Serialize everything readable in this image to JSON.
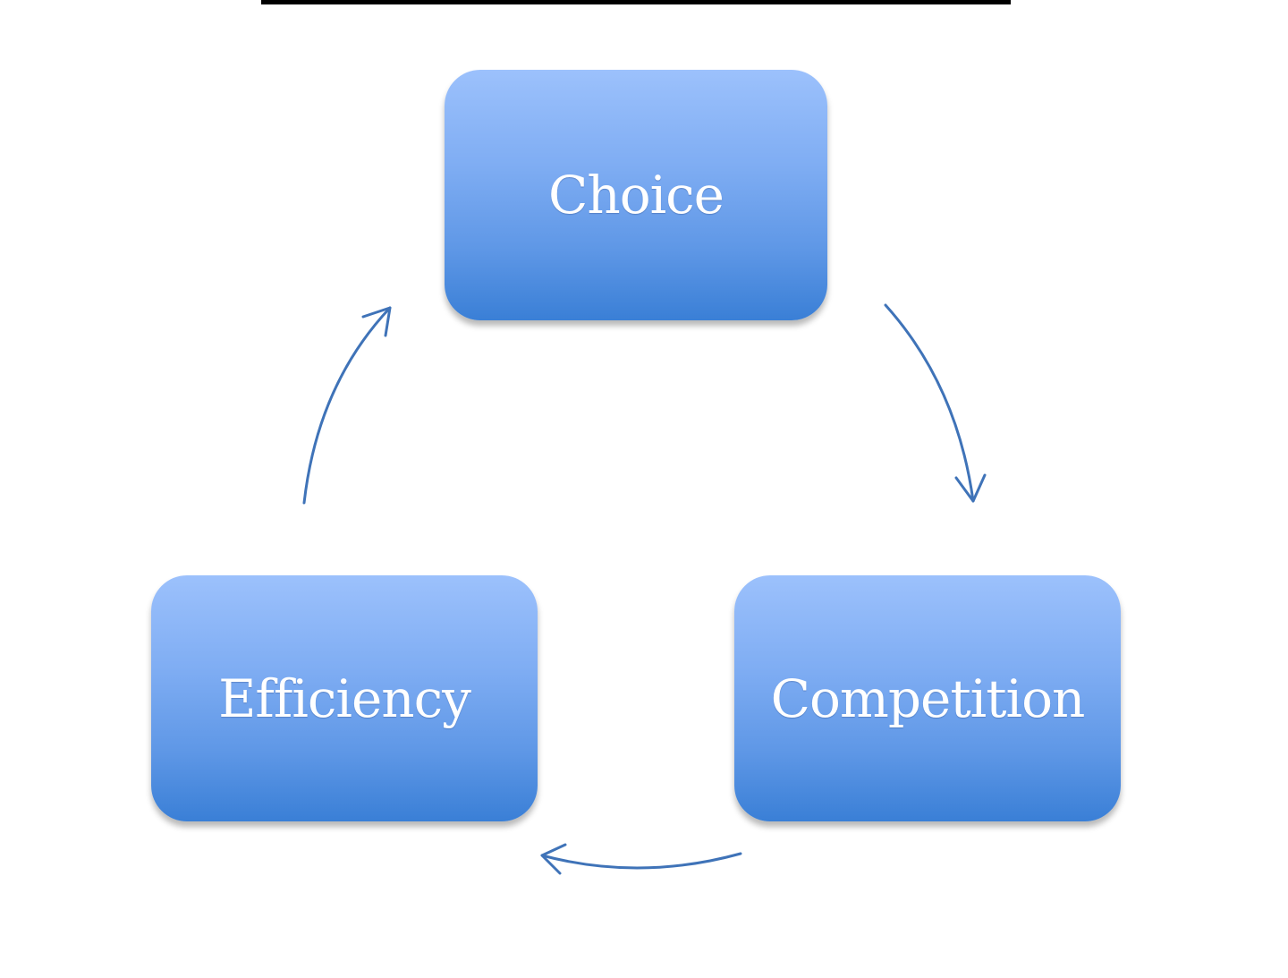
{
  "diagram": {
    "nodes": [
      {
        "id": "choice",
        "label": "Choice"
      },
      {
        "id": "competition",
        "label": "Competition"
      },
      {
        "id": "efficiency",
        "label": "Efficiency"
      }
    ],
    "edges": [
      {
        "from": "choice",
        "to": "competition"
      },
      {
        "from": "competition",
        "to": "efficiency"
      },
      {
        "from": "efficiency",
        "to": "choice"
      }
    ],
    "colors": {
      "node_top": "#9cc1fc",
      "node_bottom": "#3a7fd6",
      "label": "#ffffff",
      "arrow": "#3f73b8",
      "rule": "#000000"
    }
  }
}
